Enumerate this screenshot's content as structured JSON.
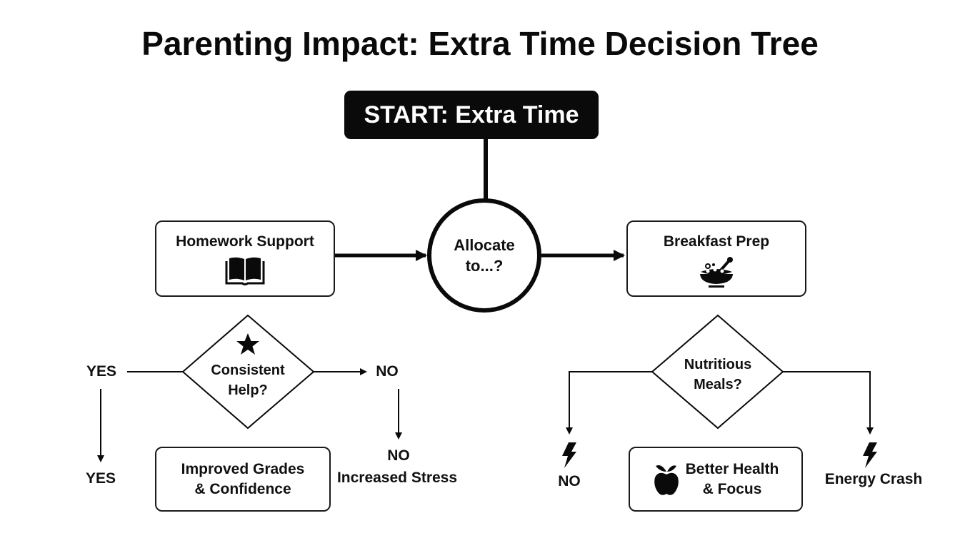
{
  "title": "Parenting Impact: Extra Time Decision Tree",
  "start": {
    "label": "START: Extra Time"
  },
  "hub": {
    "line1": "Allocate",
    "line2": "to...?"
  },
  "branches": {
    "left": {
      "label": "Homework Support",
      "icon": "book-icon",
      "decision": {
        "line1": "Consistent",
        "line2": "Help?",
        "icon": "star-icon"
      },
      "yes_label_top": "YES",
      "yes_label_bottom": "YES",
      "no_label_top": "NO",
      "no_label_bottom": "NO",
      "outcome_positive": {
        "line1": "Improved Grades",
        "line2": "& Confidence"
      },
      "outcome_negative": "Increased Stress"
    },
    "right": {
      "label": "Breakfast Prep",
      "icon": "cereal-bowl-icon",
      "decision": {
        "line1": "Nutritious",
        "line2": "Meals?"
      },
      "no_label": "NO",
      "no_icon": "lightning-icon",
      "outcome_positive": {
        "line1": "Better Health",
        "line2": "& Focus",
        "icon": "apple-icon"
      },
      "outcome_negative": "Energy Crash",
      "outcome_negative_icon": "lightning-icon"
    }
  },
  "colors": {
    "ink": "#0a0a0a",
    "background": "#ffffff",
    "start_text": "#ffffff"
  }
}
